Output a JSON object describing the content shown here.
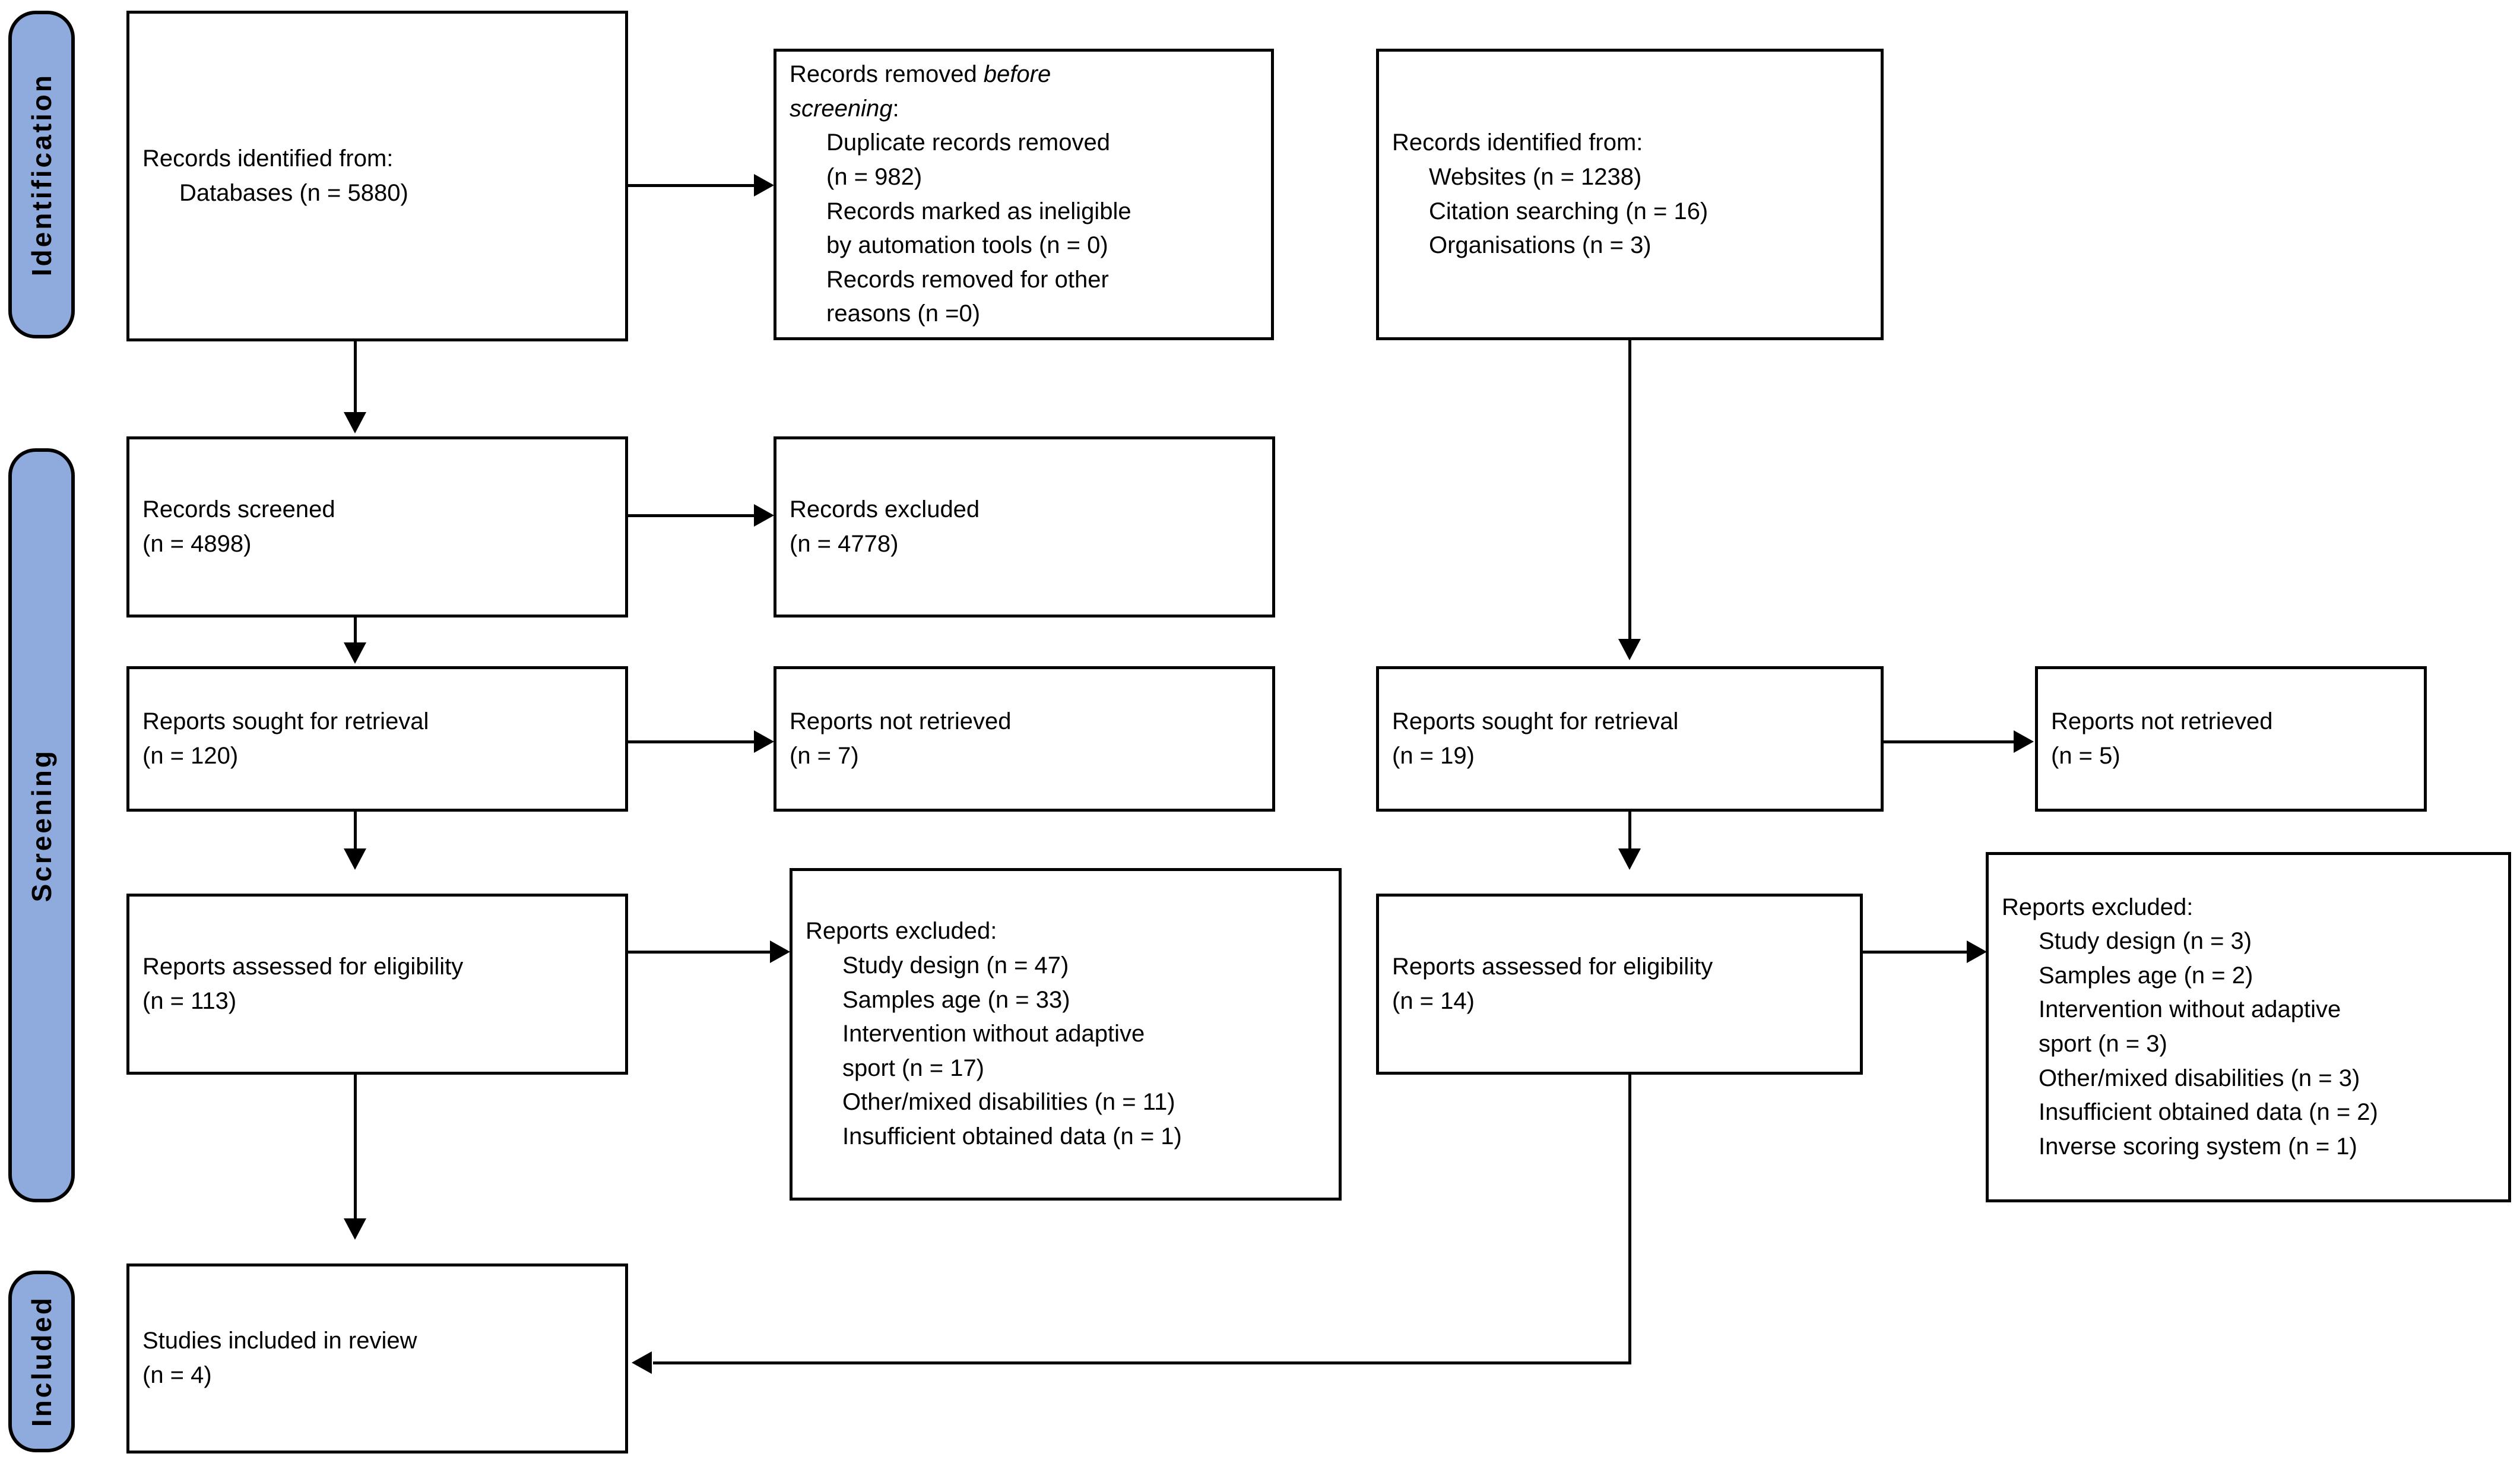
{
  "diagram": {
    "type": "PRISMA 2020 flow diagram",
    "accent_color": "#8FAADC",
    "line_color": "#000000",
    "background_color": "#FFFFFF"
  },
  "phases": [
    {
      "id": "identification",
      "label": "Identification"
    },
    {
      "id": "screening",
      "label": "Screening"
    },
    {
      "id": "included",
      "label": "Included"
    }
  ],
  "boxes": {
    "identification_databases": {
      "title": "Records identified from:",
      "items": [
        "Databases (n = 5880)"
      ]
    },
    "records_removed": {
      "title_a": "Records removed ",
      "title_b": "before",
      "title_c": "screening",
      "title_d": ":",
      "items": [
        "Duplicate records removed",
        "(n = 982)",
        "Records marked as ineligible",
        "by automation tools (n = 0)",
        "Records removed for other",
        "reasons (n =0)"
      ]
    },
    "identification_other": {
      "title": "Records identified from:",
      "items": [
        "Websites (n = 1238)",
        "Citation searching (n = 16)",
        "Organisations (n = 3)"
      ]
    },
    "records_screened": {
      "title": "Records screened",
      "count": "(n = 4898)"
    },
    "records_excluded": {
      "title": "Records excluded",
      "count": "(n = 4778)"
    },
    "reports_sought_db": {
      "title": "Reports sought for retrieval",
      "count": "(n = 120)"
    },
    "reports_not_retrieved_db": {
      "title": "Reports not retrieved",
      "count": "(n = 7)"
    },
    "reports_sought_other": {
      "title": "Reports sought for retrieval",
      "count": "(n = 19)"
    },
    "reports_not_retrieved_other": {
      "title": "Reports not retrieved",
      "count": "(n = 5)"
    },
    "reports_assessed_db": {
      "title": "Reports assessed for eligibility",
      "count": "(n = 113)"
    },
    "reports_excluded_db": {
      "title": "Reports excluded:",
      "items": [
        "Study design (n = 47)",
        "Samples age (n = 33)",
        "Intervention without adaptive",
        "sport (n = 17)",
        "Other/mixed disabilities (n = 11)",
        "Insufficient obtained data (n = 1)"
      ]
    },
    "reports_assessed_other": {
      "title": "Reports assessed for eligibility",
      "count": "(n = 14)"
    },
    "reports_excluded_other": {
      "title": "Reports excluded:",
      "items": [
        "Study design (n = 3)",
        "Samples age (n = 2)",
        "Intervention without adaptive",
        "sport (n = 3)",
        "Other/mixed disabilities (n = 3)",
        "Insufficient obtained data (n = 2)",
        "Inverse scoring system (n = 1)"
      ]
    },
    "studies_included": {
      "title": "Studies included in review",
      "count": "(n = 4)"
    }
  }
}
